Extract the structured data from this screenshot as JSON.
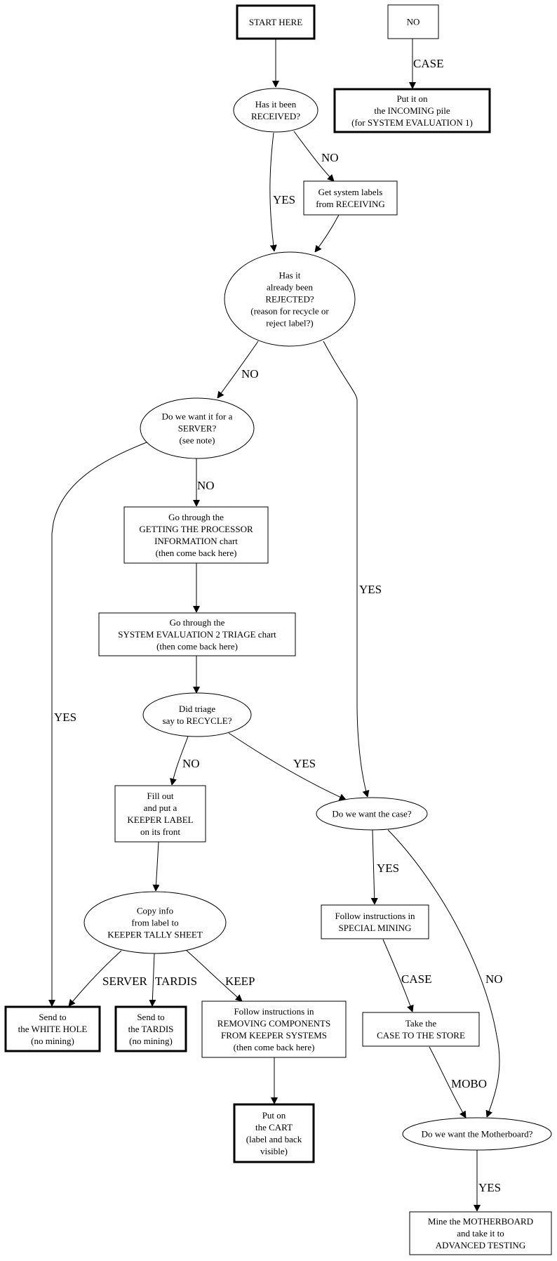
{
  "diagram": {
    "type": "flowchart",
    "nodes": {
      "start": {
        "shape": "box-bold",
        "lines": [
          "START HERE"
        ]
      },
      "no_box": {
        "shape": "box",
        "lines": [
          "NO"
        ]
      },
      "incoming": {
        "shape": "box-bold",
        "lines": [
          "Put it on",
          "the INCOMING pile",
          "(for SYSTEM EVALUATION 1)"
        ]
      },
      "received": {
        "shape": "ellipse",
        "lines": [
          "Has it been",
          "RECEIVED?"
        ]
      },
      "get_labels": {
        "shape": "box",
        "lines": [
          "Get system labels",
          "from RECEIVING"
        ]
      },
      "rejected": {
        "shape": "ellipse",
        "lines": [
          "Has it",
          "already been",
          "REJECTED?",
          "(reason for recycle or",
          "reject label?)"
        ]
      },
      "server": {
        "shape": "ellipse",
        "lines": [
          "Do we want it for a",
          "SERVER?",
          "(see note)"
        ]
      },
      "processor": {
        "shape": "box",
        "lines": [
          "Go through the",
          "GETTING THE PROCESSOR",
          "INFORMATION chart",
          "(then come back here)"
        ]
      },
      "syseval2": {
        "shape": "box",
        "lines": [
          "Go through the",
          "SYSTEM EVALUATION 2 TRIAGE chart",
          "(then come back here)"
        ]
      },
      "triage": {
        "shape": "ellipse",
        "lines": [
          "Did triage",
          "say to RECYCLE?"
        ]
      },
      "keeper_label": {
        "shape": "box",
        "lines": [
          "Fill out",
          "and put a",
          "KEEPER LABEL",
          "on its front"
        ]
      },
      "want_case": {
        "shape": "ellipse",
        "lines": [
          "Do we want the case?"
        ]
      },
      "copy_info": {
        "shape": "ellipse",
        "lines": [
          "Copy info",
          "from label to",
          "KEEPER TALLY SHEET"
        ]
      },
      "special_mining": {
        "shape": "box",
        "lines": [
          "Follow instructions in",
          "SPECIAL MINING"
        ]
      },
      "white_hole": {
        "shape": "box-bold",
        "lines": [
          "Send to",
          "the WHITE HOLE",
          "(no mining)"
        ]
      },
      "tardis": {
        "shape": "box-bold",
        "lines": [
          "Send to",
          "the TARDIS",
          "(no mining)"
        ]
      },
      "removing": {
        "shape": "box",
        "lines": [
          "Follow instructions in",
          "REMOVING COMPONENTS",
          "FROM KEEPER SYSTEMS",
          "(then come back here)"
        ]
      },
      "case_store": {
        "shape": "box",
        "lines": [
          "Take the",
          "CASE TO THE STORE"
        ]
      },
      "cart": {
        "shape": "box-bold",
        "lines": [
          "Put on",
          "the CART",
          "(label and back",
          "visible)"
        ]
      },
      "want_mobo": {
        "shape": "ellipse",
        "lines": [
          "Do we want the Motherboard?"
        ]
      },
      "mine_mobo": {
        "shape": "box",
        "lines": [
          "Mine the MOTHERBOARD",
          "and take it to",
          "ADVANCED TESTING"
        ]
      }
    },
    "edges": [
      {
        "from": "start",
        "to": "received",
        "label": ""
      },
      {
        "from": "no_box",
        "to": "incoming",
        "label": "CASE"
      },
      {
        "from": "received",
        "to": "get_labels",
        "label": "NO"
      },
      {
        "from": "received",
        "to": "rejected",
        "label": "YES"
      },
      {
        "from": "get_labels",
        "to": "rejected",
        "label": ""
      },
      {
        "from": "rejected",
        "to": "server",
        "label": "NO"
      },
      {
        "from": "rejected",
        "to": "want_case",
        "label": "YES"
      },
      {
        "from": "server",
        "to": "processor",
        "label": "NO"
      },
      {
        "from": "server",
        "to": "white_hole",
        "label": "YES"
      },
      {
        "from": "processor",
        "to": "syseval2",
        "label": ""
      },
      {
        "from": "syseval2",
        "to": "triage",
        "label": ""
      },
      {
        "from": "triage",
        "to": "keeper_label",
        "label": "NO"
      },
      {
        "from": "triage",
        "to": "want_case",
        "label": "YES"
      },
      {
        "from": "keeper_label",
        "to": "copy_info",
        "label": ""
      },
      {
        "from": "copy_info",
        "to": "white_hole",
        "label": "SERVER"
      },
      {
        "from": "copy_info",
        "to": "tardis",
        "label": "TARDIS"
      },
      {
        "from": "copy_info",
        "to": "removing",
        "label": "KEEP"
      },
      {
        "from": "removing",
        "to": "cart",
        "label": ""
      },
      {
        "from": "want_case",
        "to": "special_mining",
        "label": "YES"
      },
      {
        "from": "want_case",
        "to": "want_mobo",
        "label": "NO"
      },
      {
        "from": "special_mining",
        "to": "case_store",
        "label": "CASE"
      },
      {
        "from": "case_store",
        "to": "want_mobo",
        "label": "MOBO"
      },
      {
        "from": "want_mobo",
        "to": "mine_mobo",
        "label": "YES"
      }
    ]
  }
}
